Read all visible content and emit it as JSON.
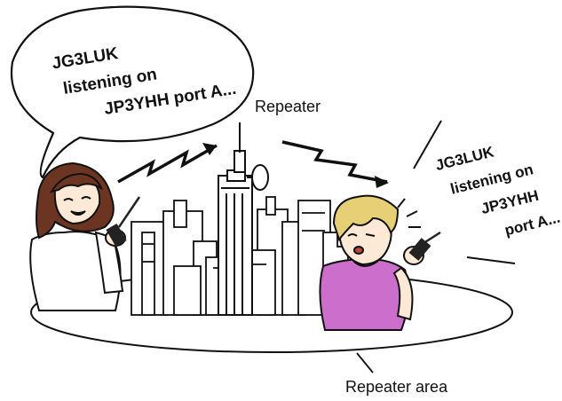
{
  "speech_bubble": {
    "lines": [
      "JG3LUK",
      "listening on",
      "JP3YHH port A..."
    ]
  },
  "callout": {
    "lines": [
      "JG3LUK",
      "listening on",
      "JP3YHH",
      "port A..."
    ]
  },
  "labels": {
    "repeater": "Repeater",
    "repeater_area": "Repeater area"
  },
  "colors": {
    "outline": "#111111",
    "woman_hair": "#6b3522",
    "man_hair": "#e6cf74",
    "man_shirt": "#cc6fcc",
    "skin": "#fde9d6",
    "radio": "#222222"
  }
}
